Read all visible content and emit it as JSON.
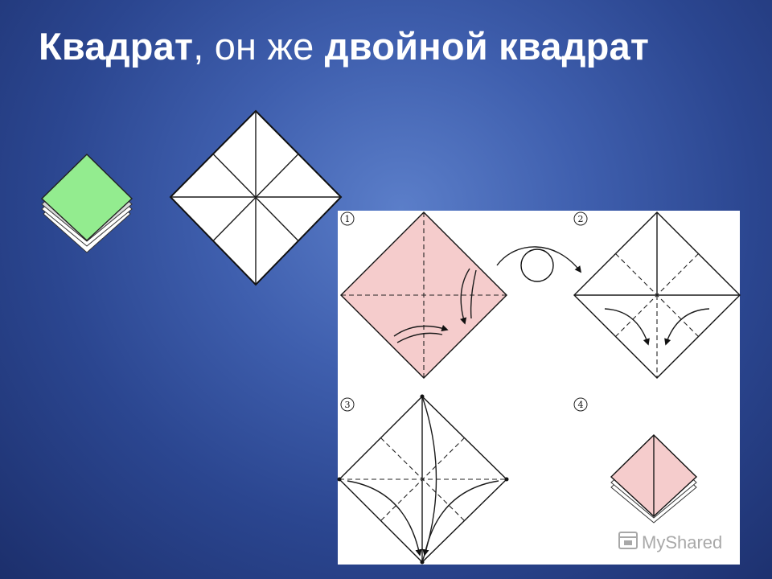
{
  "title": {
    "part1": "Квадрат",
    "part2": ", он же ",
    "part3": "двойной квадрат"
  },
  "colors": {
    "green_square": "#93ec8f",
    "pink_paper": "#f5cccc"
  },
  "steps": [
    {
      "number": "1"
    },
    {
      "number": "2"
    },
    {
      "number": "3"
    },
    {
      "number": "4"
    }
  ],
  "watermark": {
    "text": "MyShared",
    "icon": "myshared-logo-icon"
  }
}
